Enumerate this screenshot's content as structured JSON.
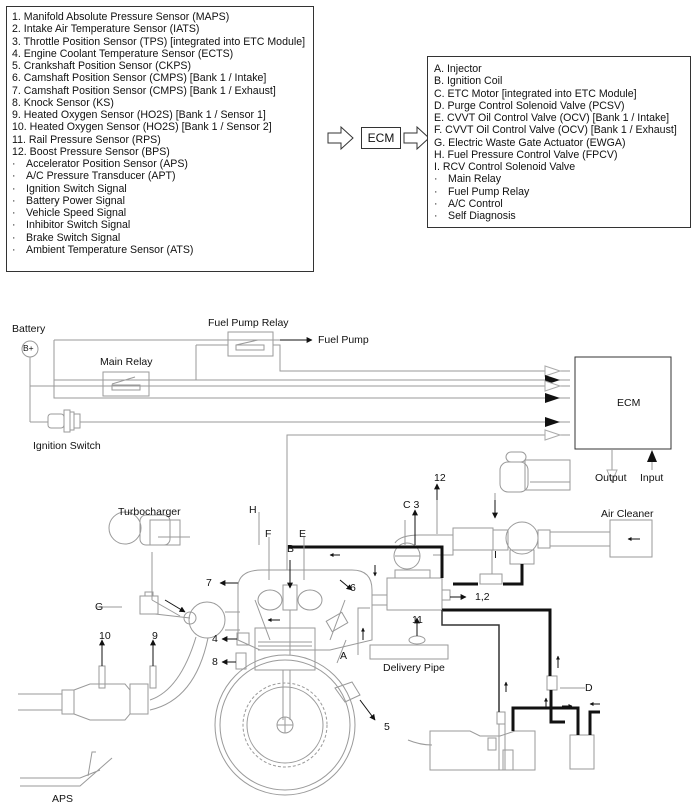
{
  "inputs": {
    "numbered": [
      "1. Manifold Absolute Pressure Sensor (MAPS)",
      "2. Intake Air Temperature Sensor (IATS)",
      "3. Throttle Position Sensor (TPS) [integrated into ETC Module]",
      "4. Engine Coolant Temperature Sensor (ECTS)",
      "5. Crankshaft Position Sensor (CKPS)",
      "6. Camshaft Position Sensor (CMPS) [Bank 1 / Intake]",
      "7. Camshaft Position Sensor (CMPS) [Bank 1 / Exhaust]",
      "8. Knock Sensor (KS)",
      "9. Heated Oxygen Sensor (HO2S) [Bank 1 / Sensor 1]",
      "10. Heated Oxygen Sensor (HO2S) [Bank 1 / Sensor 2]",
      "11. Rail Pressure Sensor (RPS)",
      "12. Boost Pressure Sensor (BPS)"
    ],
    "bulleted": [
      "Accelerator Position Sensor (APS)",
      "A/C Pressure Transducer (APT)",
      "Ignition Switch Signal",
      "Battery Power Signal",
      "Vehicle Speed Signal",
      "Inhibitor Switch Signal",
      "Brake Switch Signal",
      "Ambient Temperature Sensor (ATS)"
    ]
  },
  "flow": {
    "ecm_label": "ECM",
    "bullet": "·"
  },
  "outputs": {
    "lettered": [
      "A. Injector",
      "B. Ignition Coil",
      "C. ETC Motor [integrated into ETC Module]",
      "D. Purge Control Solenoid Valve (PCSV)",
      "E. CVVT Oil Control Valve (OCV) [Bank 1 / Intake]",
      "F. CVVT Oil Control Valve (OCV) [Bank 1 / Exhaust]",
      "G. Electric Waste Gate Actuator (EWGA)",
      "H. Fuel Pressure Control Valve (FPCV)",
      "I. RCV Control Solenoid Valve"
    ],
    "bulleted": [
      "Main Relay",
      "Fuel Pump Relay",
      "A/C Control",
      "Self Diagnosis"
    ]
  },
  "diagram": {
    "labels": {
      "battery": "Battery",
      "battery_terminal": "B+",
      "fuel_pump_relay": "Fuel Pump Relay",
      "fuel_pump": "Fuel Pump",
      "main_relay": "Main Relay",
      "ignition_switch": "Ignition Switch",
      "ecm": "ECM",
      "output": "Output",
      "input": "Input",
      "turbocharger": "Turbocharger",
      "air_cleaner": "Air Cleaner",
      "delivery_pipe": "Delivery Pipe",
      "aps": "APS"
    },
    "callouts": {
      "H": "H",
      "F": "F",
      "E": "E",
      "B": "B",
      "C3": "C 3",
      "n12": "12",
      "n7": "7",
      "n6": "6",
      "G": "G",
      "I": "I",
      "n12b": "1,2",
      "n10": "10",
      "n9": "9",
      "n4": "4",
      "n8": "8",
      "n11": "11",
      "A": "A",
      "n5": "5",
      "D": "D"
    },
    "colors": {
      "line": "#9a9a9a",
      "heavy": "#111111",
      "text": "#111111"
    }
  }
}
